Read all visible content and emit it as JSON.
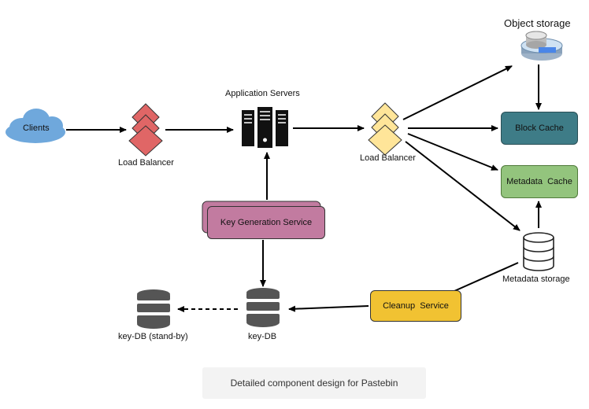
{
  "nodes": {
    "clients": "Clients",
    "lb_left": "Load Balancer",
    "app_servers": "Application Servers",
    "lb_right": "Load Balancer",
    "object_storage": "Object storage",
    "block_cache": "Block Cache",
    "metadata_cache": "Metadata  Cache",
    "metadata_storage": "Metadata storage",
    "key_gen": "Key Generation Service",
    "cleanup": "Cleanup  Service",
    "key_db": "key-DB",
    "key_db_standby": "key-DB (stand-by)"
  },
  "caption": "Detailed component design for Pastebin",
  "colors": {
    "lb_left": "#e06666",
    "lb_right": "#ffe599",
    "block_cache": "#3e7c87",
    "metadata_cache": "#93c47d",
    "key_gen": "#c27ba0",
    "cleanup": "#f1c232",
    "cloud": "#6fa8dc",
    "db": "#555555"
  }
}
